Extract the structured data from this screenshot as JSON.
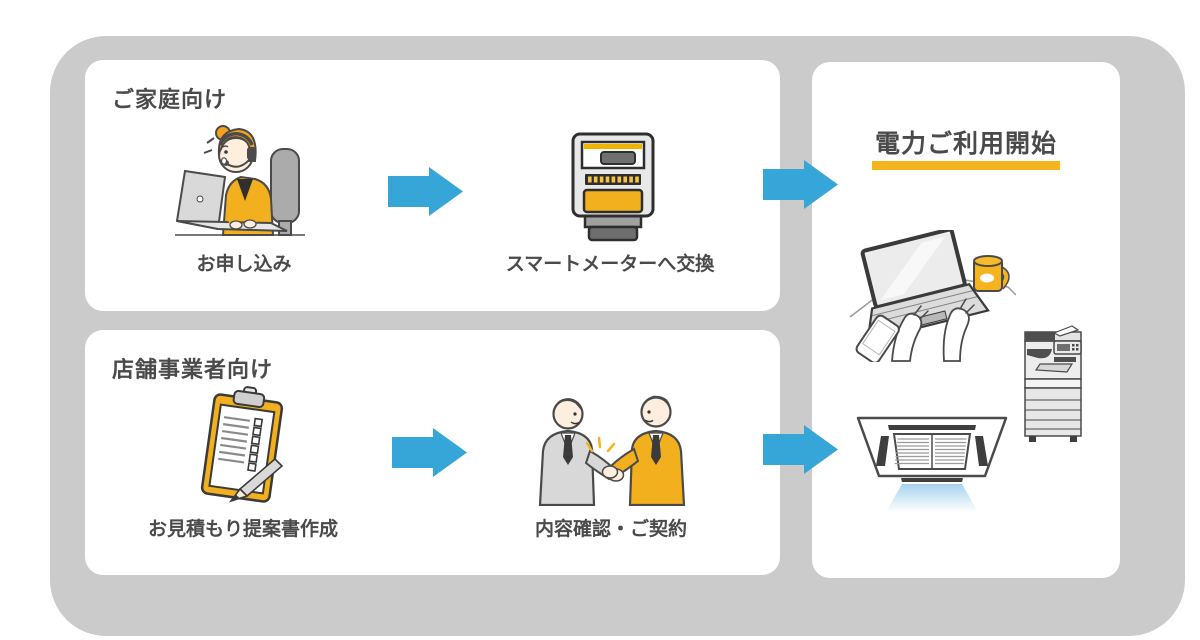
{
  "colors": {
    "background": "#ffffff",
    "container_gray": "#cbcbcb",
    "card_white": "#ffffff",
    "arrow_blue": "#36a5d8",
    "accent_yellow": "#f2b01e",
    "underline_yellow": "#f5b31e",
    "text_dark_gray": "#4a4a4a"
  },
  "household_flow": {
    "heading": "ご家庭向け",
    "steps": [
      {
        "icon": "operator-woman-icon",
        "label": "お申し込み"
      },
      {
        "icon": "smart-meter-icon",
        "label": "スマートメーターへ交換"
      }
    ]
  },
  "business_flow": {
    "heading": "店舗事業者向け",
    "steps": [
      {
        "icon": "clipboard-icon",
        "label": "お見積もり提案書作成"
      },
      {
        "icon": "handshake-icon",
        "label": "内容確認・ご契約"
      }
    ]
  },
  "result_panel": {
    "title": "電力ご利用開始",
    "icons": [
      "laptop-hands-icon",
      "copier-icon",
      "air-conditioner-icon"
    ]
  }
}
